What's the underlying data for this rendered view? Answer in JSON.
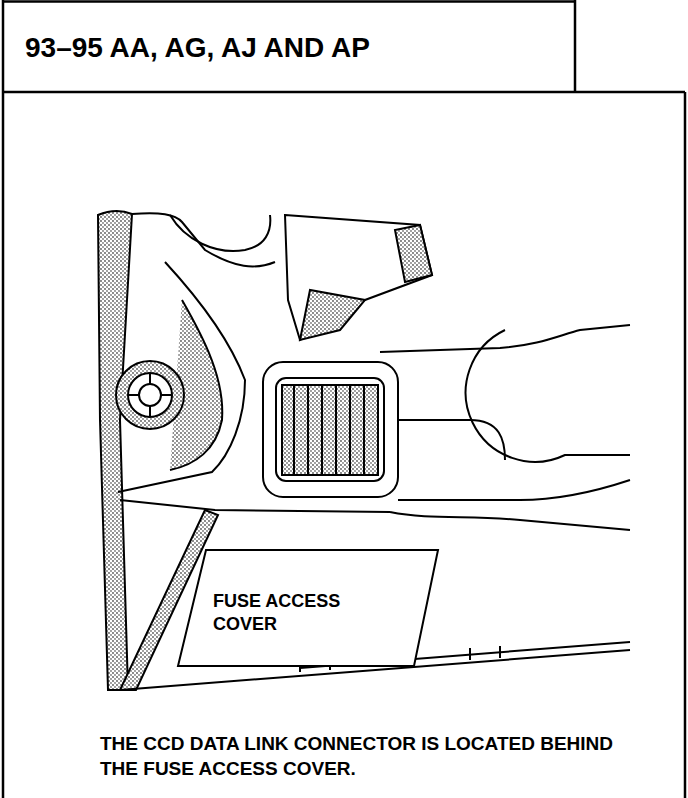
{
  "diagram": {
    "title": "93–95 AA, AG, AJ AND AP",
    "caption": "THE CCD DATA LINK CONNECTOR IS LOCATED BEHIND THE FUSE ACCESS COVER.",
    "nodes": [
      {
        "text": [
          "FUSE ACCESS COVER"
        ]
      }
    ]
  }
}
